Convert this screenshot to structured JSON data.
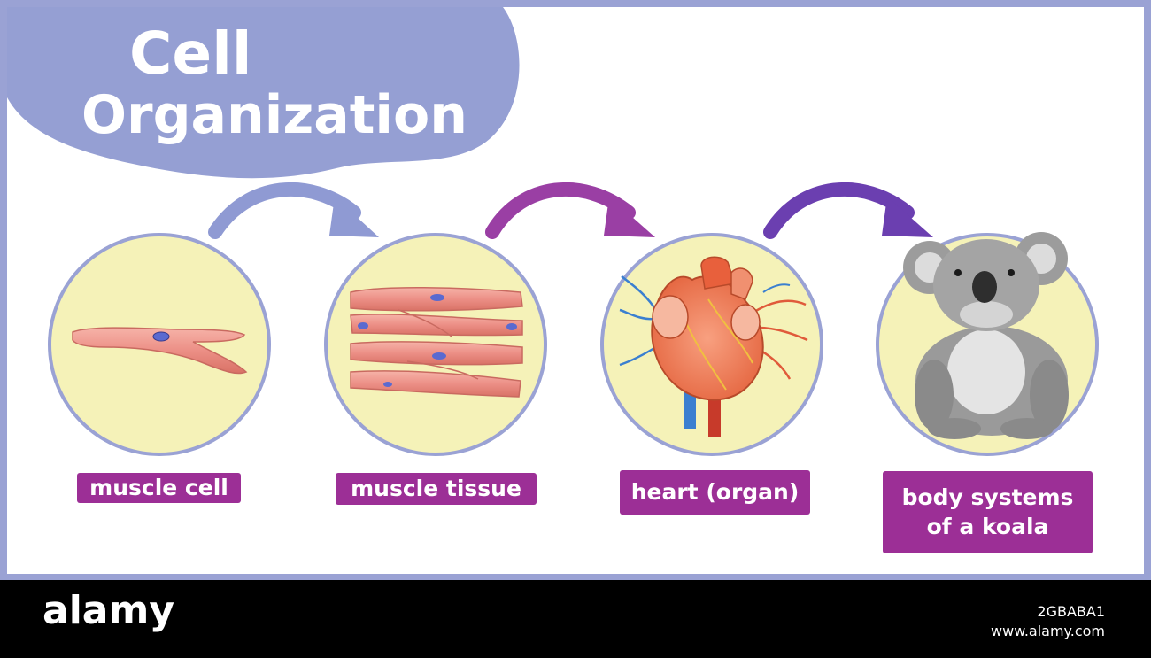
{
  "title": {
    "line1": "Cell",
    "line2": "Organization"
  },
  "stages": [
    {
      "label": "muscle cell",
      "illustration": "muscle-cell"
    },
    {
      "label": "muscle tissue",
      "illustration": "muscle-tissue"
    },
    {
      "label": "heart (organ)",
      "illustration": "heart"
    },
    {
      "label_line1": "body systems",
      "label_line2": "of a koala",
      "illustration": "koala"
    }
  ],
  "footer": {
    "logo": "alamy",
    "image_id": "2GBABA1",
    "url": "www.alamy.com"
  },
  "colors": {
    "frame": "#9aa2d4",
    "title_blob": "#959fd3",
    "circle_fill": "#f5f2b8",
    "circle_stroke": "#9aa2d4",
    "label_bg": "#9c2f96",
    "arrow_1": "#8f9ad3",
    "arrow_2": "#9a3fa4",
    "arrow_3": "#6b3fb0"
  }
}
